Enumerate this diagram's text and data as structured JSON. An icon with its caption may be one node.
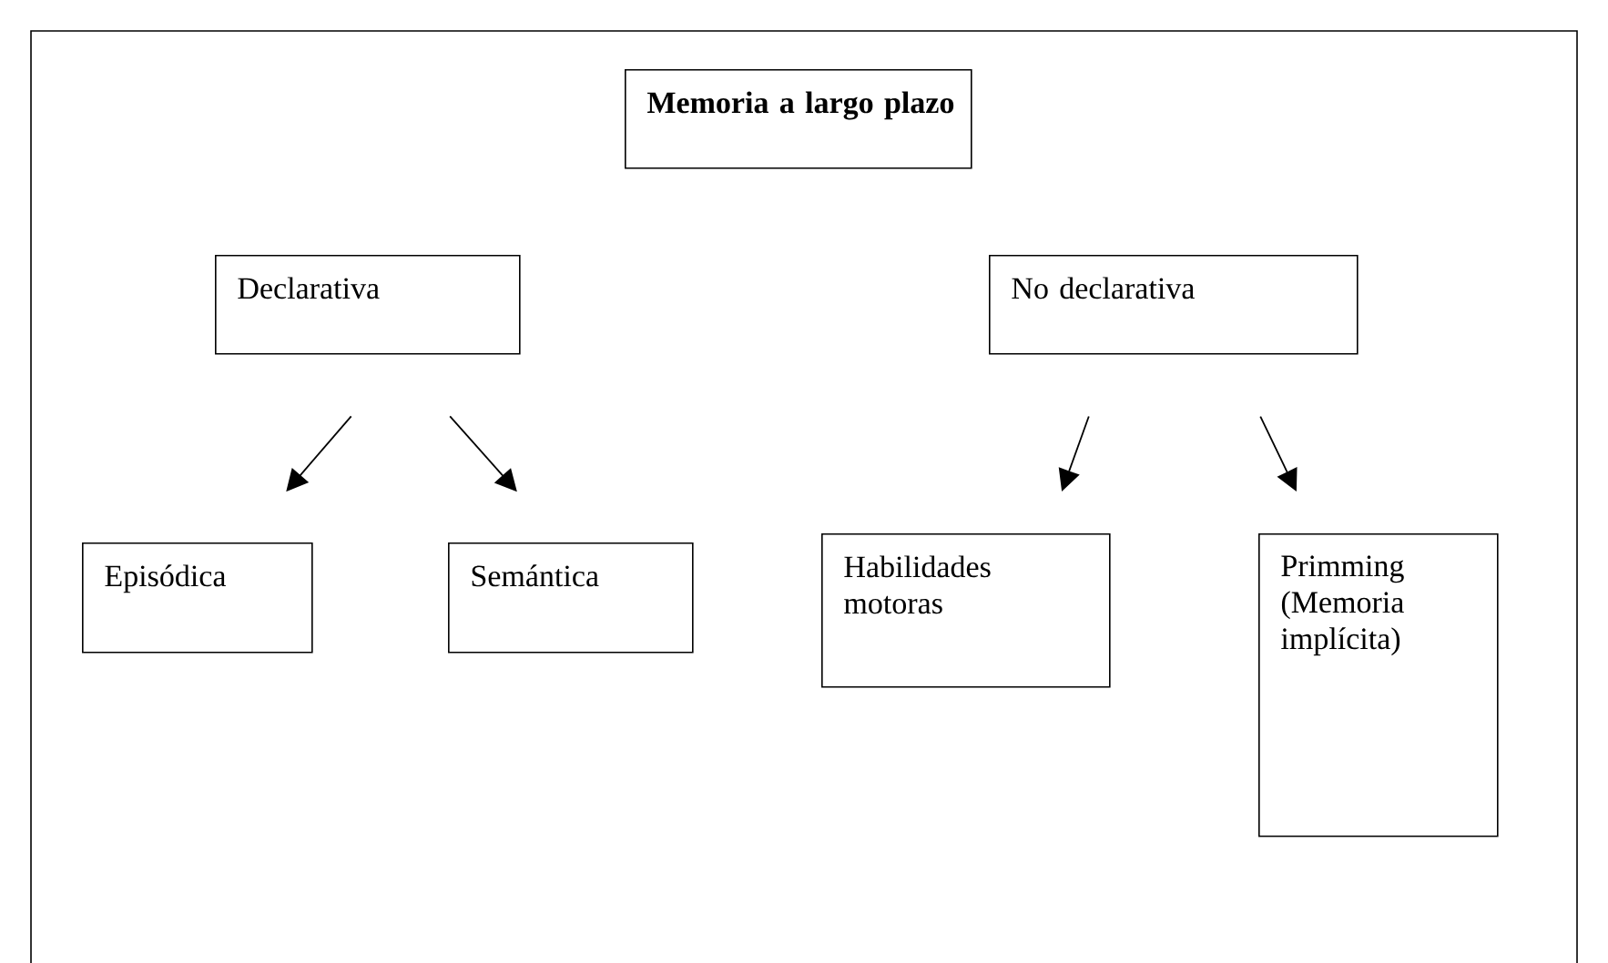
{
  "diagram": {
    "nodes": [
      {
        "text": [
          "Memoria a largo plazo"
        ]
      },
      {
        "text": [
          "Declarativa"
        ]
      },
      {
        "text": [
          "No declarativa"
        ]
      },
      {
        "text": [
          "Episódica"
        ]
      },
      {
        "text": [
          "Semántica"
        ]
      },
      {
        "text": [
          "Habilidades motoras"
        ]
      },
      {
        "text": [
          "Primming (Memoria implícita)"
        ]
      }
    ],
    "edges": [
      {
        "from": 1,
        "to": 3,
        "arrow": "to"
      },
      {
        "from": 1,
        "to": 4,
        "arrow": "to"
      },
      {
        "from": 2,
        "to": 5,
        "arrow": "to"
      },
      {
        "from": 2,
        "to": 6,
        "arrow": "to"
      }
    ]
  }
}
